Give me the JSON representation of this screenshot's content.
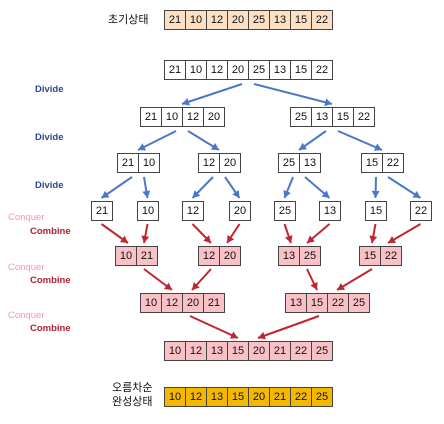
{
  "labels": {
    "initial": "초기상태",
    "sorted_line1": "오름차순",
    "sorted_line2": "완성상태",
    "divide": "Divide",
    "conquer": "Conquer",
    "combine": "Combine"
  },
  "colors": {
    "divide_arrow": "#4a78c9",
    "combine_arrow": "#c0262e",
    "merged_fill": "#f9c0c6",
    "initial_fill": "#fbe0c4",
    "sorted_fill": "#f5b800"
  },
  "initial": [
    21,
    10,
    12,
    20,
    25,
    13,
    15,
    22
  ],
  "divide_levels": [
    [
      [
        21,
        10,
        12,
        20,
        25,
        13,
        15,
        22
      ]
    ],
    [
      [
        21,
        10,
        12,
        20
      ],
      [
        25,
        13,
        15,
        22
      ]
    ],
    [
      [
        21,
        10
      ],
      [
        12,
        20
      ],
      [
        25,
        13
      ],
      [
        15,
        22
      ]
    ],
    [
      [
        21
      ],
      [
        10
      ],
      [
        12
      ],
      [
        20
      ],
      [
        25
      ],
      [
        13
      ],
      [
        15
      ],
      [
        22
      ]
    ]
  ],
  "merge_levels": [
    [
      [
        10,
        21
      ],
      [
        12,
        20
      ],
      [
        13,
        25
      ],
      [
        15,
        22
      ]
    ],
    [
      [
        10,
        12,
        20,
        21
      ],
      [
        13,
        15,
        22,
        25
      ]
    ],
    [
      [
        10,
        12,
        13,
        15,
        20,
        21,
        22,
        25
      ]
    ]
  ],
  "sorted": [
    10,
    12,
    13,
    15,
    20,
    21,
    22,
    25
  ]
}
